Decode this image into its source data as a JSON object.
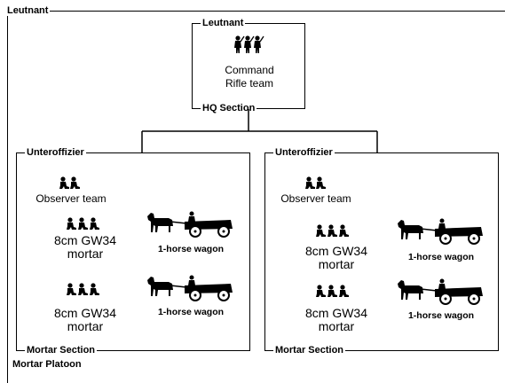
{
  "platoon": {
    "top_label": "Leutnant",
    "bottom_label": "Mortar Platoon"
  },
  "hq": {
    "top_label": "Leutnant",
    "unit_line1": "Command",
    "unit_line2": "Rifle team",
    "bottom_label": "HQ Section"
  },
  "sections": [
    {
      "top_label": "Unteroffizier",
      "observer": "Observer team",
      "mortar1_line1": "8cm GW34",
      "mortar1_line2": "mortar",
      "wagon1": "1-horse wagon",
      "mortar2_line1": "8cm GW34",
      "mortar2_line2": "mortar",
      "wagon2": "1-horse wagon",
      "bottom_label": "Mortar Section"
    },
    {
      "top_label": "Unteroffizier",
      "observer": "Observer team",
      "mortar1_line1": "8cm GW34",
      "mortar1_line2": "mortar",
      "wagon1": "1-horse wagon",
      "mortar2_line1": "8cm GW34",
      "mortar2_line2": "mortar",
      "wagon2": "1-horse wagon",
      "bottom_label": "Mortar Section"
    }
  ]
}
